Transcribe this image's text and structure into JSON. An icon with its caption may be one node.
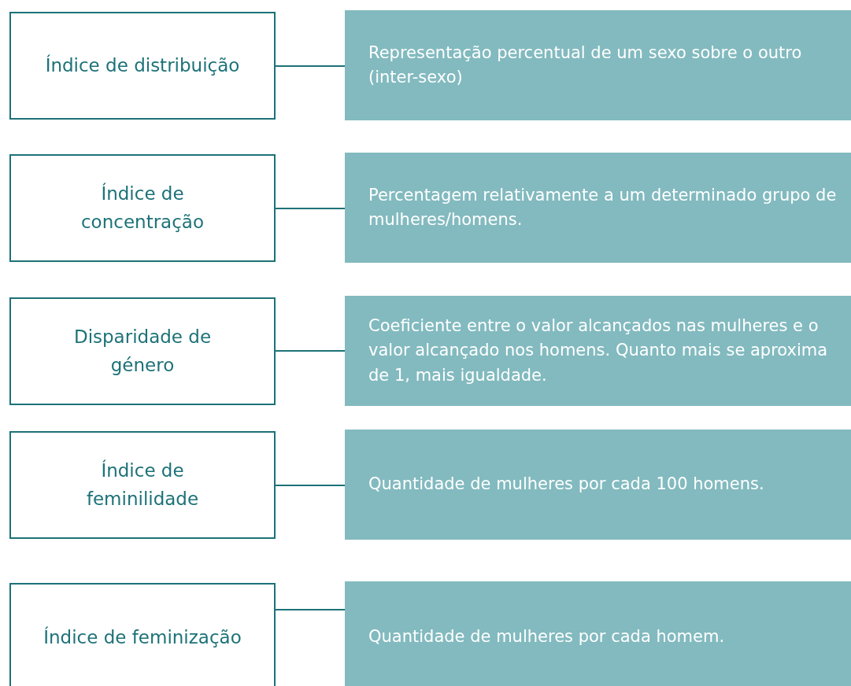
{
  "diagram": {
    "nodes": [
      {
        "text": [
          "Índice de distribuição"
        ]
      },
      {
        "text": [
          "Representação percentual de um sexo sobre o outro (inter-sexo)"
        ]
      },
      {
        "text": [
          "Índice de concentração"
        ]
      },
      {
        "text": [
          "Percentagem relativamente a um determinado grupo de mulheres/homens."
        ]
      },
      {
        "text": [
          "Disparidade de género"
        ]
      },
      {
        "text": [
          "Coeficiente entre o valor alcançados nas mulheres e o valor alcançado nos homens. Quanto mais se aproxima de 1, mais igualdade."
        ]
      },
      {
        "text": [
          "Índice de feminilidade"
        ]
      },
      {
        "text": [
          "Quantidade de mulheres por cada 100 homens."
        ]
      },
      {
        "text": [
          "Índice de feminização"
        ]
      },
      {
        "text": [
          "Quantidade de mulheres por cada homem."
        ]
      }
    ],
    "edges": [
      {
        "from": 0,
        "to": 1,
        "arrow": "none"
      },
      {
        "from": 2,
        "to": 3,
        "arrow": "none"
      },
      {
        "from": 4,
        "to": 5,
        "arrow": "none"
      },
      {
        "from": 6,
        "to": 7,
        "arrow": "none"
      },
      {
        "from": 8,
        "to": 9,
        "arrow": "none"
      }
    ]
  }
}
